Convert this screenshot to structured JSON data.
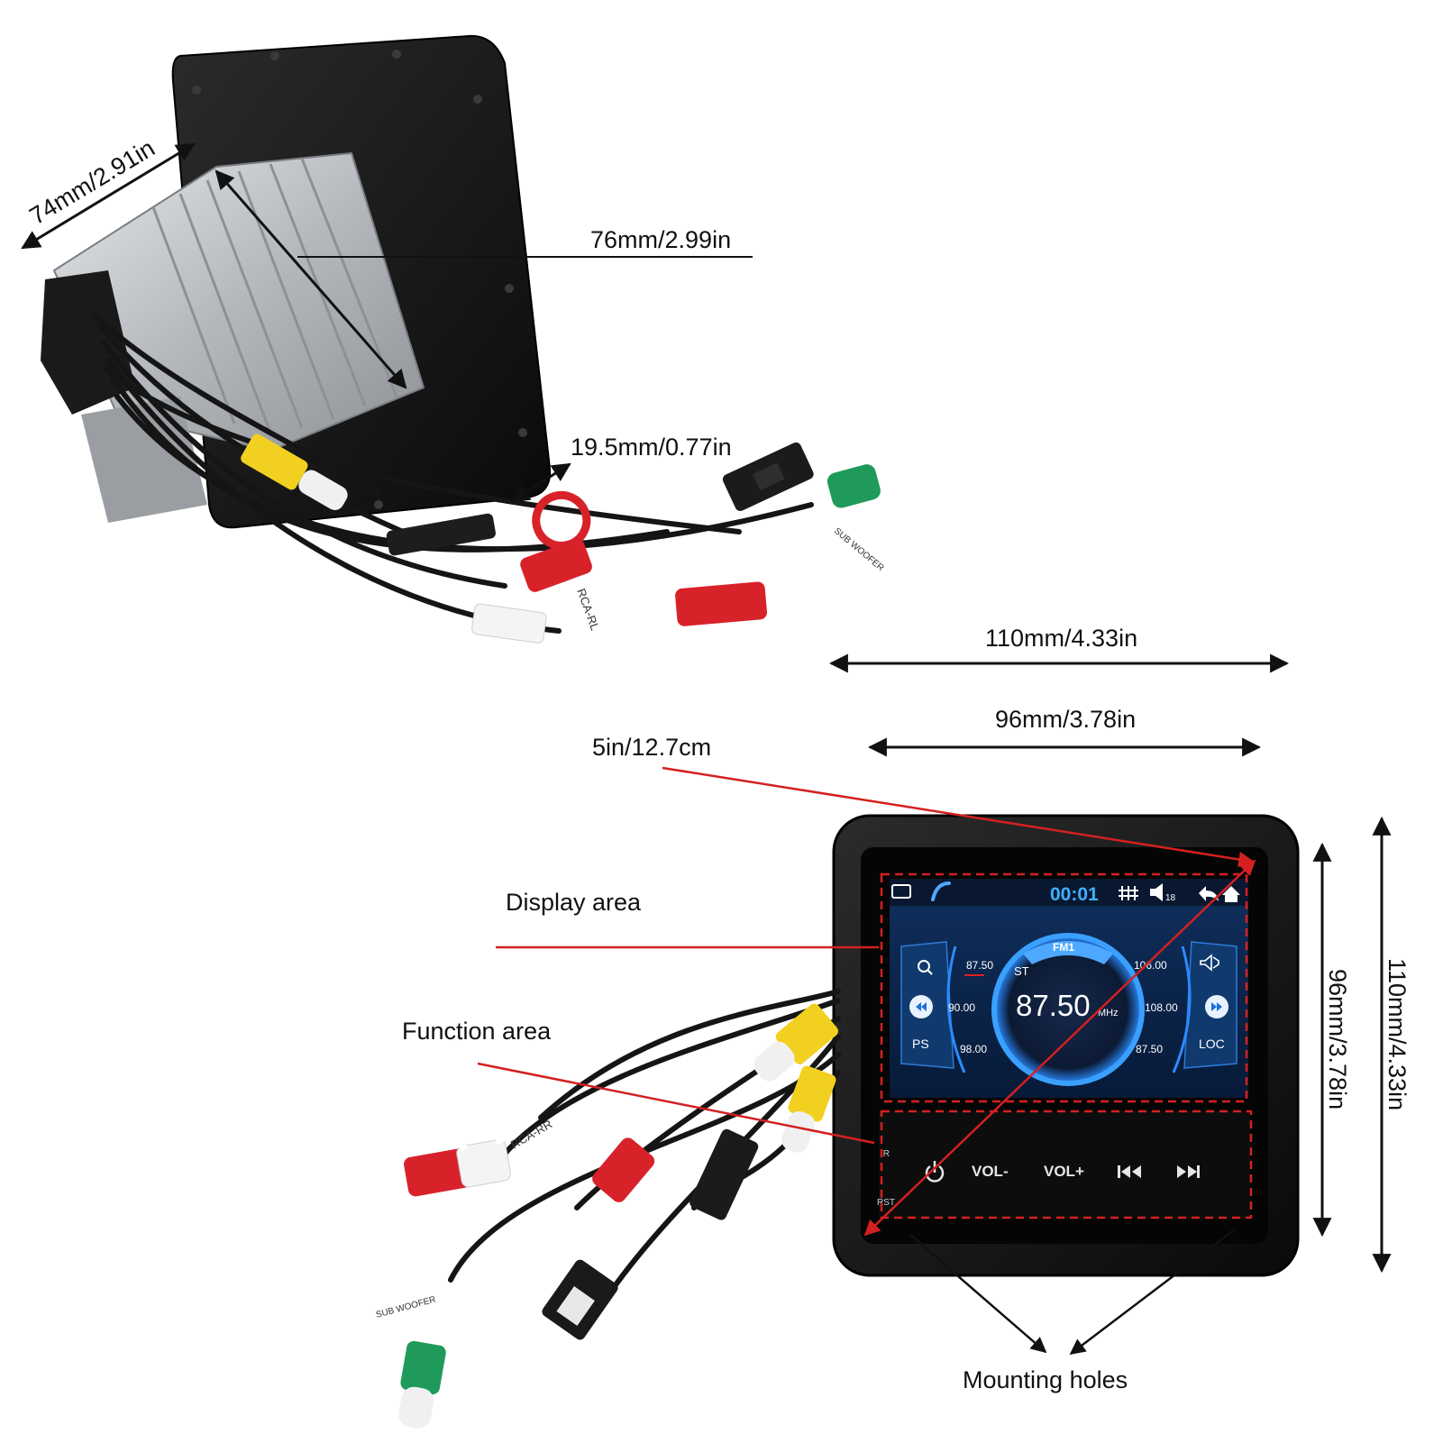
{
  "dimensions": {
    "back_depth": "74mm/2.91in",
    "back_width": "76mm/2.99in",
    "cable_gap": "19.5mm/0.77in",
    "outer_width": "110mm/4.33in",
    "inner_width": "96mm/3.78in",
    "diagonal": "5in/12.7cm",
    "inner_height": "96mm/3.78in",
    "outer_height": "110mm/4.33in"
  },
  "callouts": {
    "display_area": "Display area",
    "function_area": "Function area",
    "mounting_holes": "Mounting holes"
  },
  "cable_tags": {
    "rca_rl": "RCA-RL",
    "rca_rr": "RCA-RR",
    "sub_woofer": "SUB WOOFER"
  },
  "screen": {
    "time": "00:01",
    "volume": "18",
    "band": "FM1",
    "stereo": "ST",
    "frequency": "87.50",
    "unit": "MHz",
    "presets_left": [
      "87.50",
      "90.00",
      "98.00"
    ],
    "presets_right": [
      "106.00",
      "108.00",
      "87.50"
    ],
    "ps_label": "PS",
    "loc_label": "LOC"
  },
  "function_panel": {
    "ir_label": "IR",
    "rst_label": "RST",
    "vol_down": "VOL-",
    "vol_up": "VOL+"
  },
  "colors": {
    "callout_red": "#d42020",
    "screen_blue": "#1e6fd8",
    "rca_yellow": "#f2d020",
    "rca_red": "#d8222a",
    "rca_green": "#1f9a5a",
    "housing_black": "#111111",
    "heatsink_silver": "#b9bcc0"
  }
}
